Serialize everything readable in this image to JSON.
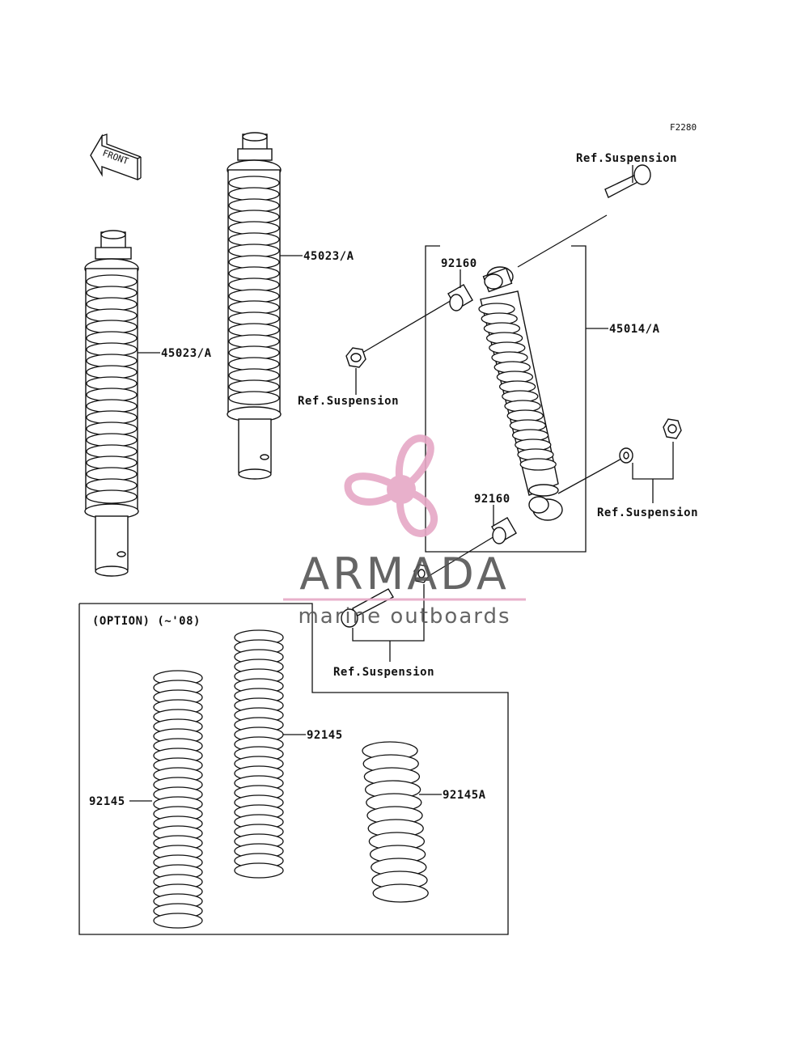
{
  "figure_code": "F2280",
  "front_label": "FRONT",
  "option_label": "(OPTION) (~'08)",
  "callouts": {
    "left_shock": "45023/A",
    "middle_shock": "45023/A",
    "assembly": "45014/A",
    "collar_top": "92160",
    "collar_bottom": "92160",
    "spring_left": "92145",
    "spring_middle": "92145",
    "spring_right": "92145A",
    "ref_top_right": "Ref.Suspension",
    "ref_nut_left": "Ref.Suspension",
    "ref_right": "Ref.Suspension",
    "ref_bottom": "Ref.Suspension"
  },
  "watermark": {
    "brand": "ARMADA",
    "tagline": "marine outboards",
    "colors": {
      "pink": "#e6a8c6",
      "gray": "#555555"
    }
  }
}
